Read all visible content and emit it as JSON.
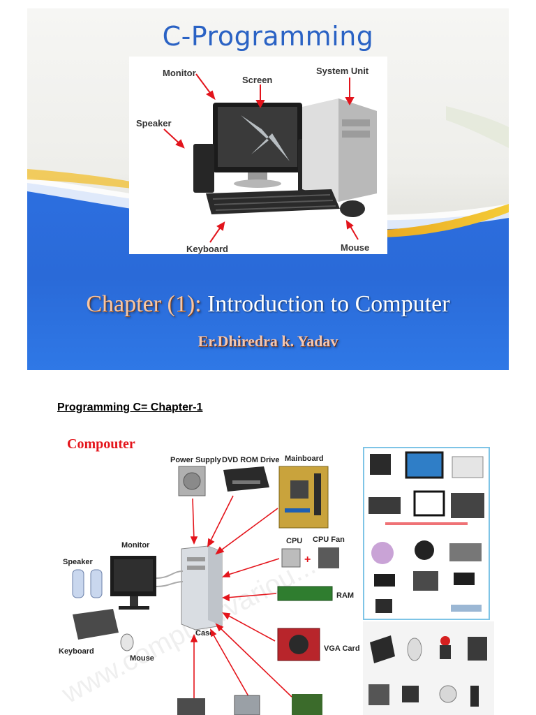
{
  "slide": {
    "title": "C-Programming",
    "hero_labels": {
      "monitor": "Monitor",
      "screen": "Screen",
      "system_unit": "System Unit",
      "speaker": "Speaker",
      "keyboard": "Keyboard",
      "mouse": "Mouse"
    },
    "chapter_prefix": "Chapter (1):",
    "chapter_title": "Introduction to Computer",
    "author": "Er.Dhiredra k. Yadav"
  },
  "page2": {
    "heading": "Programming C= Chapter-1",
    "figure": {
      "title": "Compouter",
      "labels": {
        "power_supply": "Power Supply",
        "dvd_rom": "DVD ROM Drive",
        "mainboard": "Mainboard",
        "cpu": "CPU",
        "cpu_fan": "CPU Fan",
        "plus": "+",
        "ram": "RAM",
        "vga_card": "VGA Card",
        "monitor": "Monitor",
        "speaker": "Speaker",
        "keyboard": "Keyboard",
        "mouse": "Mouse",
        "case": "Case"
      }
    }
  }
}
